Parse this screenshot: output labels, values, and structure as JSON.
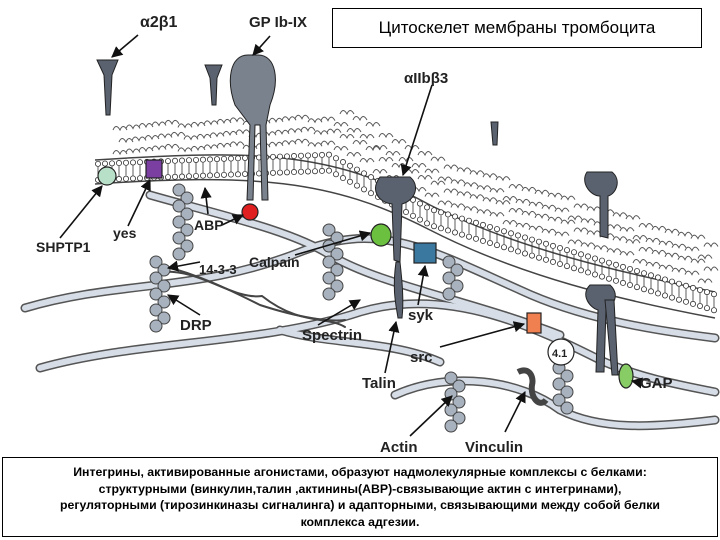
{
  "title": "Цитоскелет  мембраны тромбоцита",
  "labels": {
    "a2b1": "α2β1",
    "gpib": "GP Ib-IX",
    "aiib": "αIIbβ3",
    "shptp1": "SHPTP1",
    "yes": "yes",
    "abp": "ABP",
    "calpain": "Calpain",
    "p1433": "14-3-3",
    "drp": "DRP",
    "spectrin": "Spectrin",
    "syk": "syk",
    "src": "src",
    "talin": "Talin",
    "actin": "Actin",
    "vinculin": "Vinculin",
    "p41": "4.1",
    "gap": "GAP"
  },
  "caption": [
    "Интегрины, активированные  агонистами,  образуют  надмолекулярные комплексы с белками:",
    "структурными (винкулин,талин ,актинины(ABP)-связывающие актин с интегринами),",
    "регуляторными (тирозинкиназы  сигналинга) и адапторными, связывающими между собой белки",
    "комплекса адгезии."
  ],
  "colors": {
    "shptp1": "#b8e0c8",
    "yes": "#7a3fa0",
    "calpain": "#e02020",
    "syk": "#3a78a0",
    "src": "#f08050",
    "green_protein": "#6cc040",
    "gap": "#88cc66",
    "filament": "#d6dde6",
    "receptor": "#5a6270"
  }
}
